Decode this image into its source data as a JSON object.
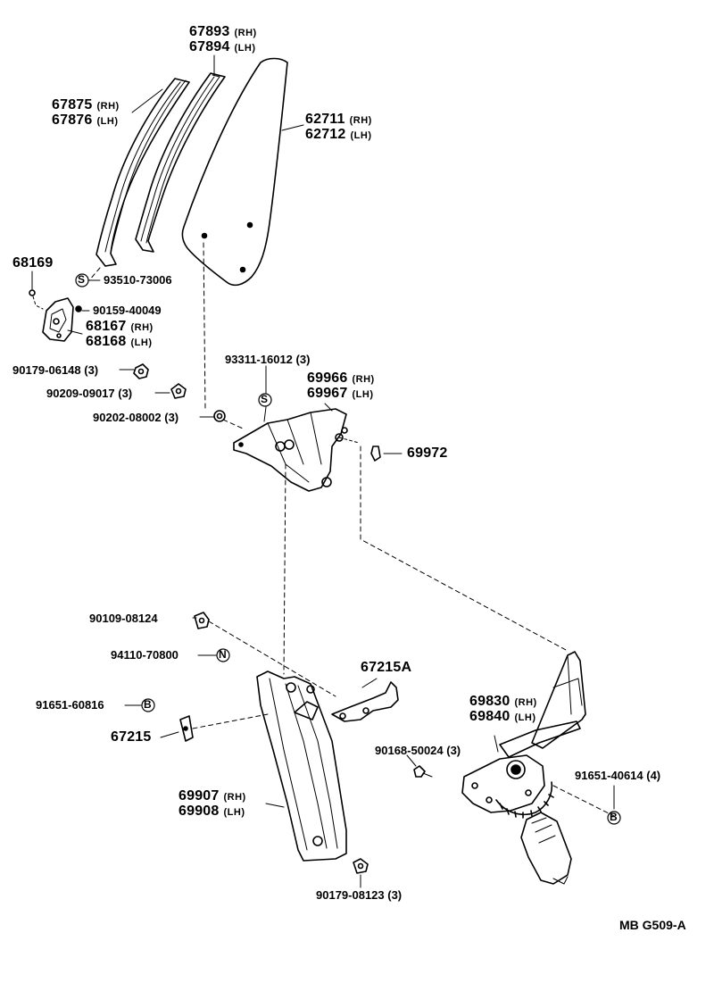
{
  "diagram": {
    "labels": {
      "p67893": {
        "number": "67893",
        "side": "(RH)"
      },
      "p67894": {
        "number": "67894",
        "side": "(LH)"
      },
      "p67875": {
        "number": "67875",
        "side": "(RH)"
      },
      "p67876": {
        "number": "67876",
        "side": "(LH)"
      },
      "p62711": {
        "number": "62711",
        "side": "(RH)"
      },
      "p62712": {
        "number": "62712",
        "side": "(LH)"
      },
      "p68169": {
        "number": "68169"
      },
      "p93510": {
        "number": "93510-73006"
      },
      "p90159": {
        "number": "90159-40049"
      },
      "p68167": {
        "number": "68167",
        "side": "(RH)"
      },
      "p68168": {
        "number": "68168",
        "side": "(LH)"
      },
      "p90179a": {
        "number": "90179-06148 (3)"
      },
      "p90209": {
        "number": "90209-09017 (3)"
      },
      "p90202": {
        "number": "90202-08002 (3)"
      },
      "p93311": {
        "number": "93311-16012 (3)"
      },
      "p69966": {
        "number": "69966",
        "side": "(RH)"
      },
      "p69967": {
        "number": "69967",
        "side": "(LH)"
      },
      "p69972": {
        "number": "69972"
      },
      "p90109": {
        "number": "90109-08124"
      },
      "p94110": {
        "number": "94110-70800"
      },
      "p67215A": {
        "number": "67215A"
      },
      "p91651a": {
        "number": "91651-60816"
      },
      "p67215": {
        "number": "67215"
      },
      "p69830": {
        "number": "69830",
        "side": "(RH)"
      },
      "p69840": {
        "number": "69840",
        "side": "(LH)"
      },
      "p90168": {
        "number": "90168-50024 (3)"
      },
      "p91651b": {
        "number": "91651-40614 (4)"
      },
      "p69907": {
        "number": "69907",
        "side": "(RH)"
      },
      "p69908": {
        "number": "69908",
        "side": "(LH)"
      },
      "p90179b": {
        "number": "90179-08123 (3)"
      }
    },
    "symbols": {
      "s": "S",
      "n": "N",
      "b": "B"
    },
    "drawing_code": "MB  G509-A"
  }
}
